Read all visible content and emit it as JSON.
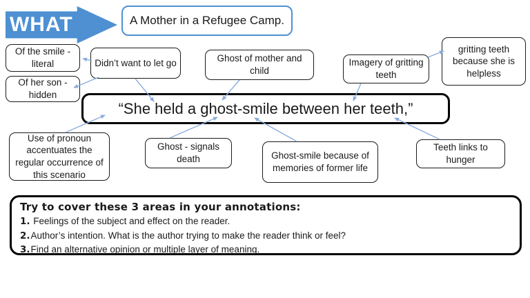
{
  "colors": {
    "accent_blue": "#4e90d2",
    "connector_blue": "#8badde",
    "box_border": "#1a1a1a"
  },
  "header": {
    "arrow_label": "WHAT",
    "title": "A Mother in a Refugee Camp."
  },
  "quote_text": "“She held a ghost-smile between her teeth,”",
  "annotation_boxes": {
    "smile_literal": "Of the smile - literal",
    "son_hidden": "Of her son - hidden",
    "didnt_let_go": "Didn’t want to let go",
    "ghost_mother_child": "Ghost of mother and child",
    "imagery_gritting": "Imagery of gritting teeth",
    "gritting_helpless": "gritting teeth because she is helpless",
    "pronoun": "Use of pronoun accentuates the regular occurrence of this scenario",
    "ghost_death": "Ghost - signals death",
    "ghost_smile_memories": "Ghost-smile because of memories of former life",
    "teeth_hunger": "Teeth links to hunger"
  },
  "instructions": {
    "heading": "Try to cover these 3 areas in your annotations:",
    "items": [
      {
        "num": "1.",
        "text": " Feelings of the subject and effect on the reader."
      },
      {
        "num": "2.",
        "text": "Author’s intention. What is the author trying to make the reader think or feel?"
      },
      {
        "num": "3.",
        "text": "Find an alternative opinion or multiple layer of meaning."
      }
    ]
  }
}
